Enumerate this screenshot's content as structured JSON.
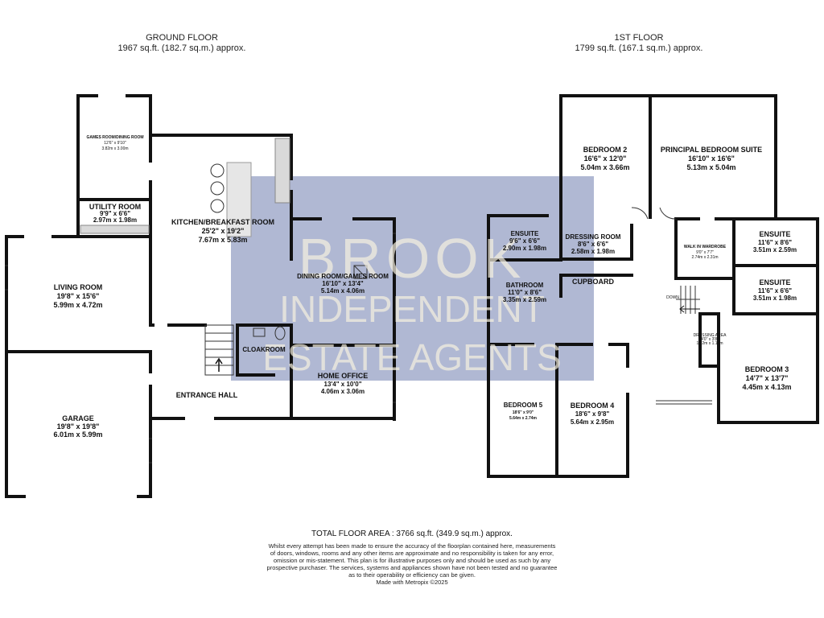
{
  "ground_floor": {
    "title": "GROUND FLOOR",
    "area": "1967 sq.ft. (182.7 sq.m.) approx.",
    "rooms": {
      "games_room": {
        "name": "GAMES ROOM/DINING ROOM",
        "imperial": "12'6\" x 9'10\"",
        "metric": "3.82m x 3.00m"
      },
      "utility": {
        "name": "UTILITY ROOM",
        "imperial": "9'9\" x 6'6\"",
        "metric": "2.97m x 1.98m"
      },
      "kitchen": {
        "name": "KITCHEN/BREAKFAST ROOM",
        "imperial": "25'2\" x 19'2\"",
        "metric": "7.67m x 5.83m"
      },
      "living": {
        "name": "LIVING ROOM",
        "imperial": "19'8\" x 15'6\"",
        "metric": "5.99m x 4.72m"
      },
      "dining_games": {
        "name": "DINING ROOM/GAMES ROOM",
        "imperial": "16'10\" x 13'4\"",
        "metric": "5.14m x 4.06m"
      },
      "cloakroom": {
        "name": "CLOAKROOM"
      },
      "entrance": {
        "name": "ENTRANCE HALL"
      },
      "home_office": {
        "name": "HOME OFFICE",
        "imperial": "13'4\" x 10'0\"",
        "metric": "4.06m x 3.06m"
      },
      "garage": {
        "name": "GARAGE",
        "imperial": "19'8\" x 19'8\"",
        "metric": "6.01m x 5.99m"
      }
    }
  },
  "first_floor": {
    "title": "1ST FLOOR",
    "area": "1799 sq.ft. (167.1 sq.m.) approx.",
    "rooms": {
      "bedroom2": {
        "name": "BEDROOM 2",
        "imperial": "16'6\" x 12'0\"",
        "metric": "5.04m x 3.66m"
      },
      "principal": {
        "name": "PRINCIPAL BEDROOM SUITE",
        "imperial": "16'10\" x 16'6\"",
        "metric": "5.13m x 5.04m"
      },
      "ensuite1": {
        "name": "ENSUITE",
        "imperial": "9'6\" x 6'6\"",
        "metric": "2.90m x 1.98m"
      },
      "dressing": {
        "name": "DRESSING ROOM",
        "imperial": "8'6\" x 6'6\"",
        "metric": "2.58m x 1.98m"
      },
      "walkin": {
        "name": "WALK IN WARDROBE",
        "imperial": "9'0\" x 7'7\"",
        "metric": "2.74m x 2.31m"
      },
      "ensuite2": {
        "name": "ENSUITE",
        "imperial": "11'6\" x 8'6\"",
        "metric": "3.51m x 2.59m"
      },
      "cupboard": {
        "name": "CUPBOARD"
      },
      "bathroom": {
        "name": "BATHROOM",
        "imperial": "11'0\" x 8'6\"",
        "metric": "3.35m x 2.59m"
      },
      "ensuite3": {
        "name": "ENSUITE",
        "imperial": "11'6\" x 6'6\"",
        "metric": "3.51m x 1.98m"
      },
      "dressing_area": {
        "name": "DRESSING AREA",
        "imperial": "4'0\" x 3'8\"",
        "metric": "1.22m x 1.13m"
      },
      "bedroom3": {
        "name": "BEDROOM 3",
        "imperial": "14'7\" x 13'7\"",
        "metric": "4.45m x 4.13m"
      },
      "bedroom5": {
        "name": "BEDROOM 5",
        "imperial": "18'6\" x 9'0\"",
        "metric": "5.64m x 2.74m"
      },
      "bedroom4": {
        "name": "BEDROOM 4",
        "imperial": "18'6\" x 9'8\"",
        "metric": "5.64m x 2.95m"
      },
      "down": "DOWN"
    }
  },
  "watermark": {
    "line1": "BROOK",
    "line2": "INDEPENDENT",
    "line3": "ESTATE AGENTS"
  },
  "footer": {
    "total": "TOTAL FLOOR AREA : 3766 sq.ft. (349.9 sq.m.) approx.",
    "disclaimer": [
      "Whilst every attempt has been made to ensure the accuracy of the floorplan contained here, measurements",
      "of doors, windows, rooms and any other items are approximate and no responsibility is taken for any error,",
      "omission or mis-statement. This plan is for illustrative purposes only and should be used as such by any",
      "prospective purchaser. The services, systems and appliances shown have not been tested and no guarantee",
      "as to their operability or efficiency can be given.",
      "Made with Metropix ©2025"
    ]
  },
  "colors": {
    "wall": "#111111",
    "watermark_bg": "#a9b2cf",
    "watermark_text": "#f7f1e1",
    "counter": "#d9d9d9"
  }
}
